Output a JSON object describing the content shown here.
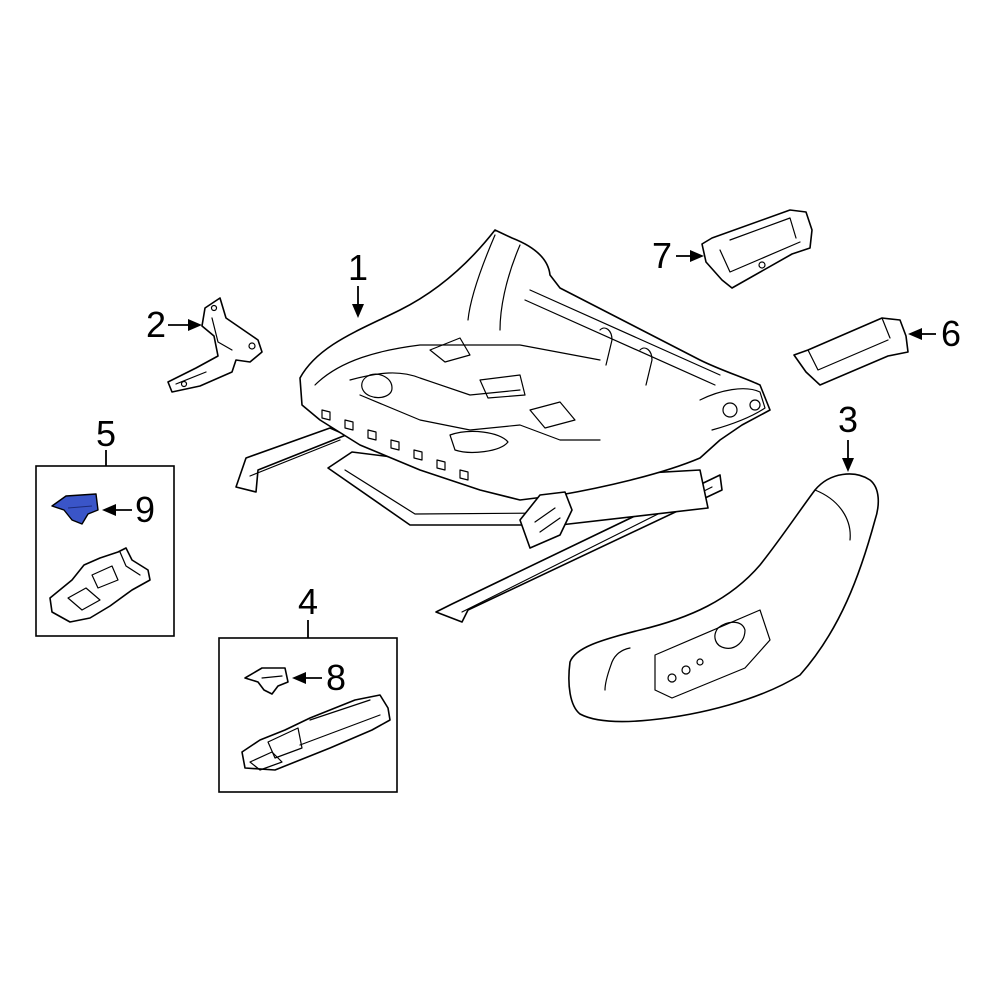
{
  "colors": {
    "line": "#000000",
    "background": "#ffffff",
    "highlight": "#3a55c8"
  },
  "callouts": {
    "c1": "1",
    "c2": "2",
    "c3": "3",
    "c4": "4",
    "c5": "5",
    "c6": "6",
    "c7": "7",
    "c8": "8",
    "c9": "9"
  }
}
